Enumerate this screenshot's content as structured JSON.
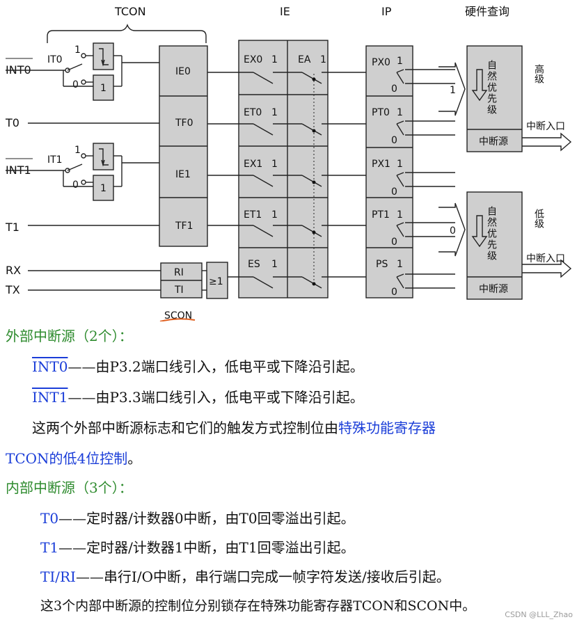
{
  "diagram": {
    "headers": {
      "tcon": "TCON",
      "ie": "IE",
      "ip": "IP",
      "hw": "硬件查询"
    },
    "inputs": [
      "INT0",
      "T0",
      "INT1",
      "T1",
      "RX",
      "TX"
    ],
    "it_labels": [
      "IT0",
      "IT1"
    ],
    "switch_pos": {
      "one": "1",
      "zero": "0"
    },
    "gate_one": "1",
    "tcon_flags": [
      "IE0",
      "TF0",
      "IE1",
      "TF1"
    ],
    "scon_flags": [
      "RI",
      "TI"
    ],
    "scon_label": "SCON",
    "or_gate": "≥1",
    "ie_bits": [
      "EX0",
      "ET0",
      "EX1",
      "ET1",
      "ES"
    ],
    "ea": "EA",
    "ip_bits": [
      "PX0",
      "PT0",
      "PX1",
      "PT1",
      "PS"
    ],
    "priority_box": "自然优先级",
    "high": {
      "label": "高级",
      "input": "1"
    },
    "low": {
      "label": "低级",
      "input": "0"
    },
    "source": "中断源",
    "entry": "中断入口"
  },
  "text": {
    "ext_title": "外部中断源（2个）：",
    "int0_name": "INT0",
    "int0_desc": "——由P3.2端口线引入，低电平或下降沿引起。",
    "int1_name": "INT1",
    "int1_desc": "——由P3.3端口线引入，低电平或下降沿引起。",
    "ext_note_a": "这两个外部中断源标志和它们的触发方式控制位由",
    "ext_note_b": "特殊功能寄存器",
    "ext_note_c": "TCON的低4位控制",
    "ext_note_d": "。",
    "int_title": "内部中断源（3个）：",
    "t0_name": "T0",
    "t0_desc": "——定时器/计数器0中断，由T0回零溢出引起。",
    "t1_name": "T1",
    "t1_desc": "——定时器/计数器1中断，由T1回零溢出引起。",
    "tiri_name": "TI/RI",
    "tiri_desc": "——串行I/O中断，串行端口完成一帧字符发送/接收后引起。",
    "int_note": "这3个内部中断源的控制位分别锁存在特殊功能寄存器TCON和SCON中。",
    "watermark": "CSDN @LLL_Zhao"
  }
}
